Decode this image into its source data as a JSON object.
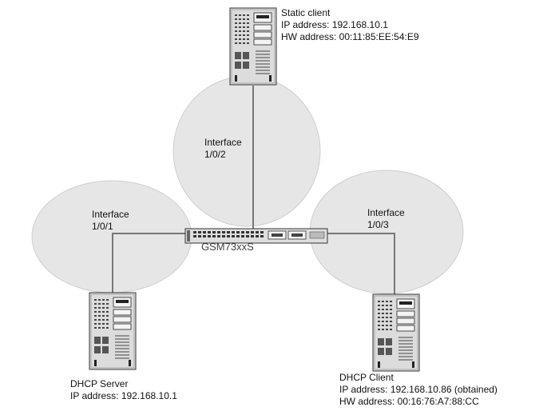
{
  "static_client": {
    "name": "Static client",
    "ip": "IP address: 192.168.10.1",
    "hw": "HW address: 00:11:85:EE:54:E9"
  },
  "interfaces": [
    {
      "line1": "Interface",
      "line2": "1/0/1"
    },
    {
      "line1": "Interface",
      "line2": "1/0/2"
    },
    {
      "line1": "Interface",
      "line2": "1/0/3"
    }
  ],
  "switch": {
    "model_label": "GSM73xxS"
  },
  "dhcp_server": {
    "name": "DHCP Server",
    "ip": "IP address: 192.168.10.1"
  },
  "dhcp_client": {
    "name": "DHCP Client",
    "ip": "IP address: 192.168.10.86 (obtained)",
    "hw": "HW address: 00:16:76:A7:88:CC"
  },
  "colors": {
    "lan_fill": "#e6e6e6",
    "link": "#777777",
    "device": "#d7d7d7",
    "device_dark": "#333333"
  }
}
